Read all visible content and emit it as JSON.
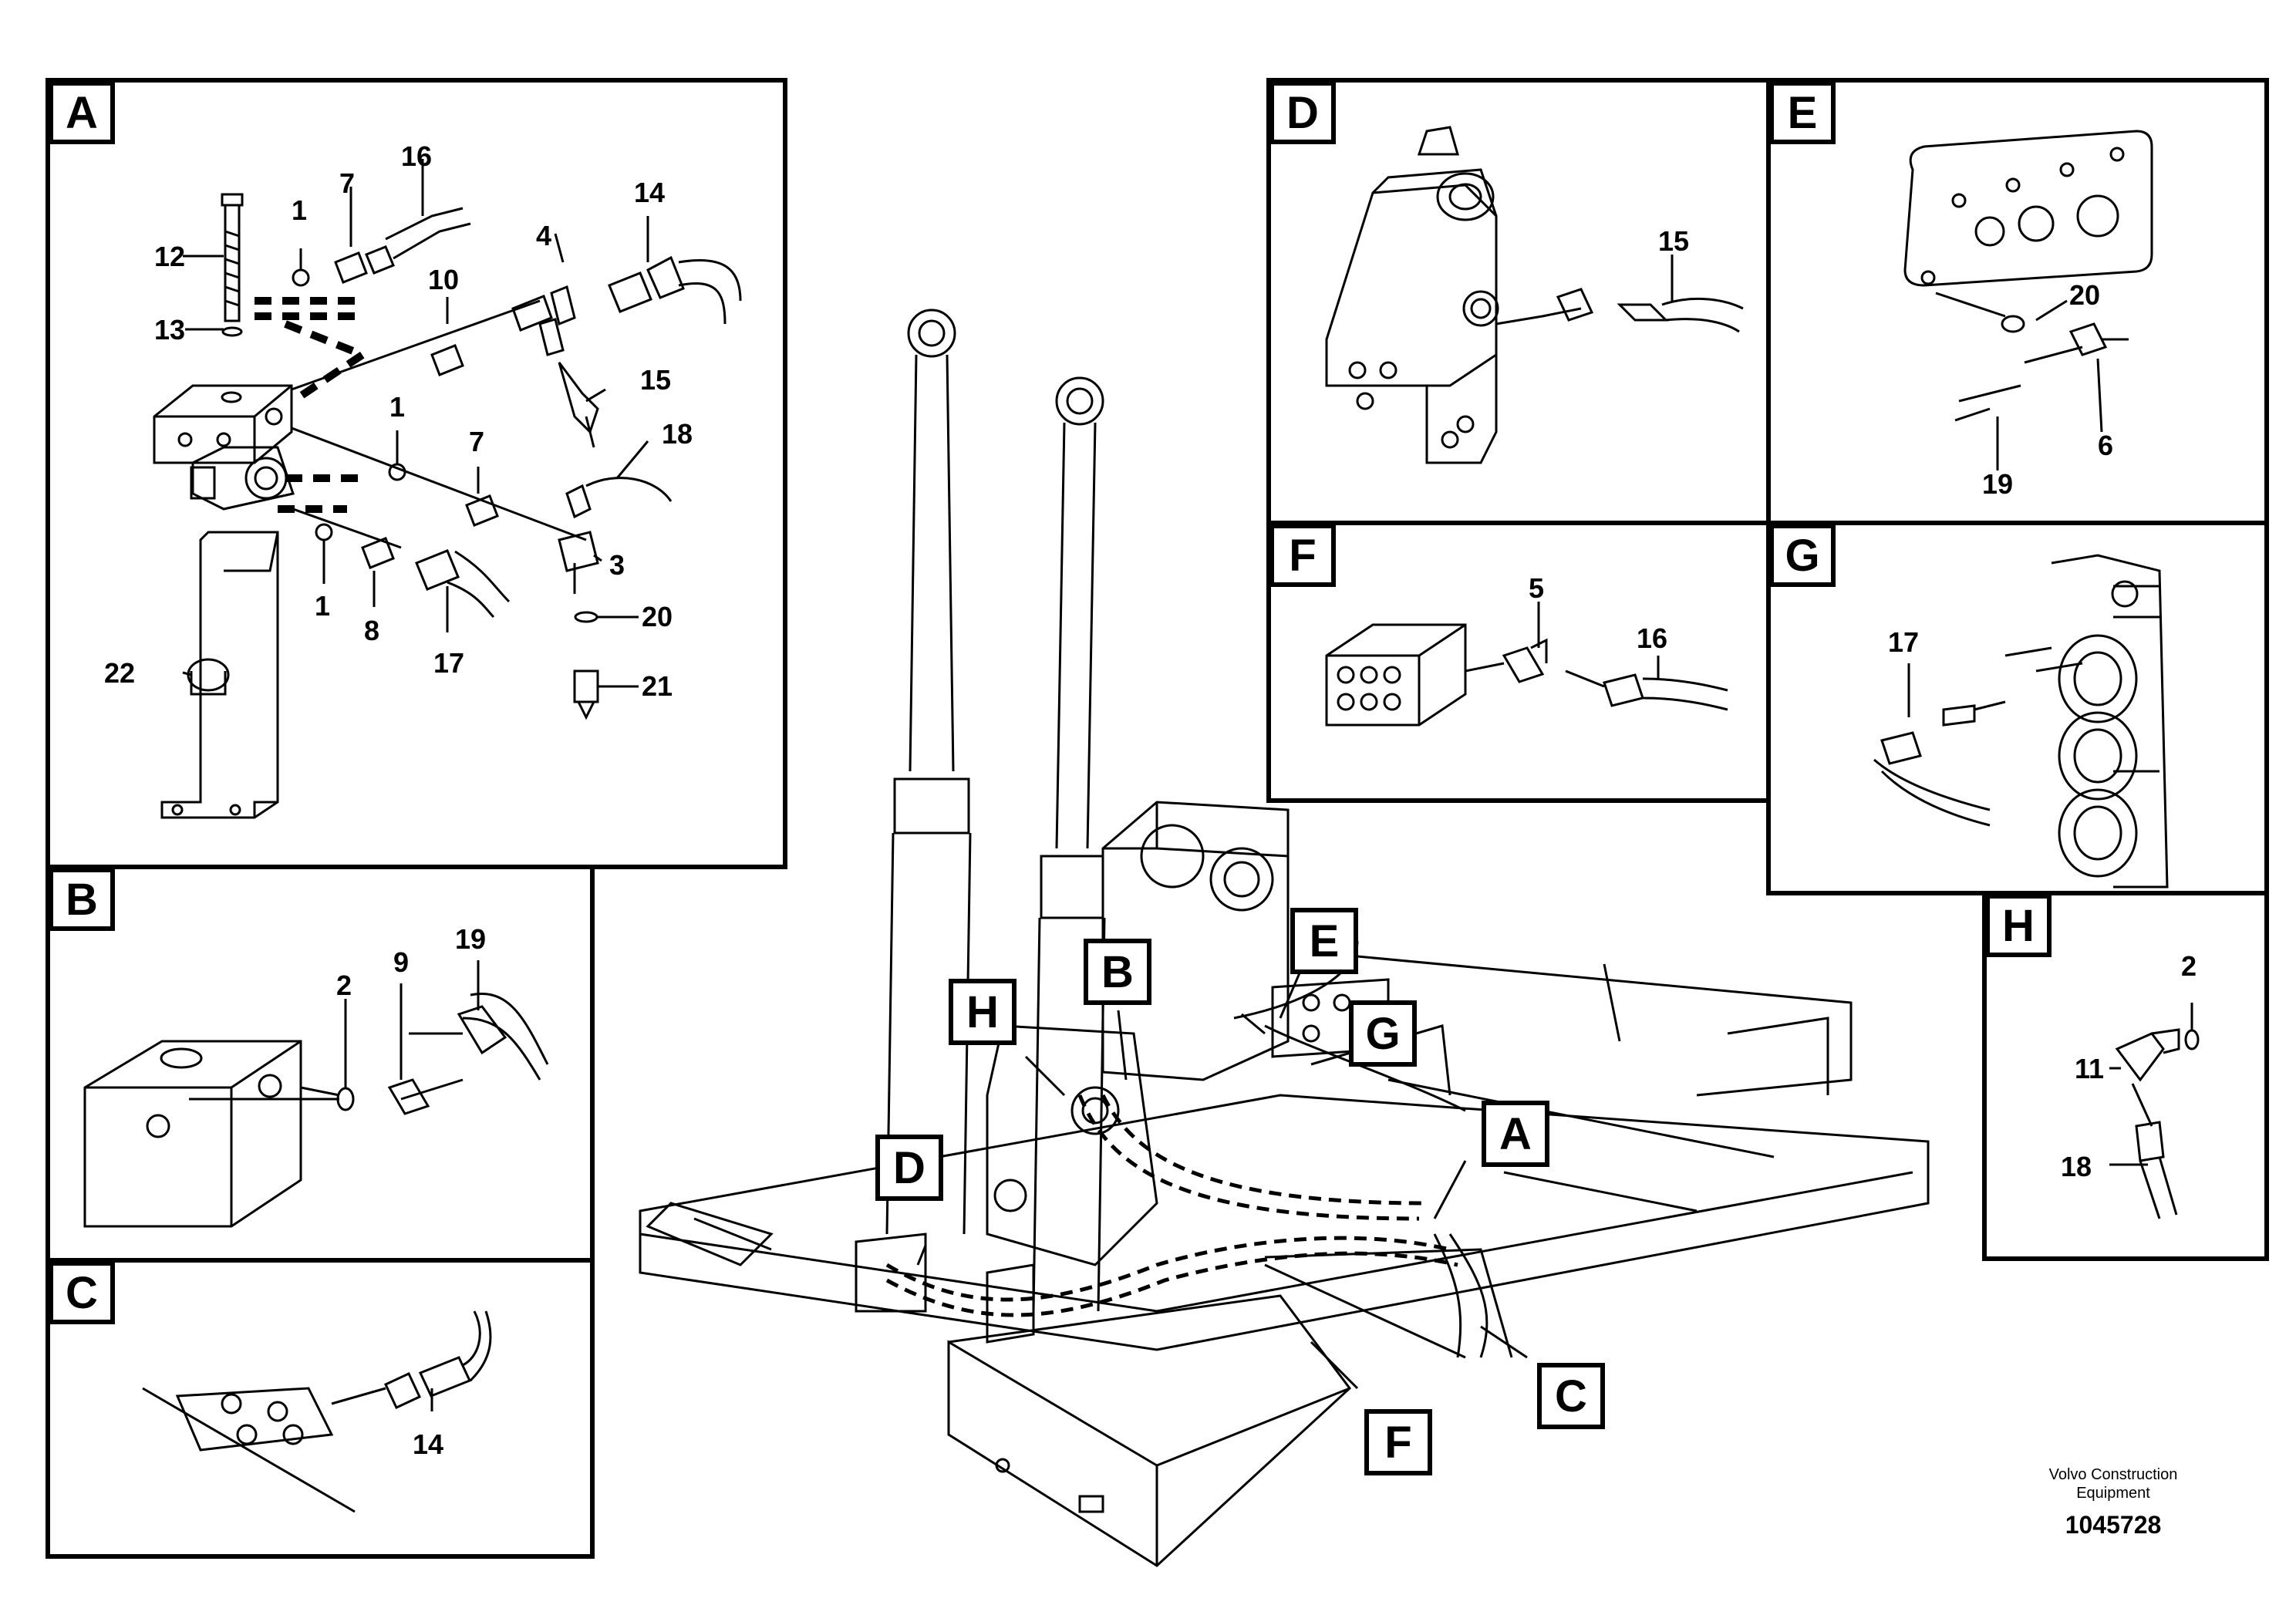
{
  "panels": {
    "A": {
      "letter": "A",
      "callouts": {
        "c12": "12",
        "c1a": "1",
        "c7a": "7",
        "c16": "16",
        "c14": "14",
        "c4": "4",
        "c10": "10",
        "c13": "13",
        "c15": "15",
        "c1b": "1",
        "c7b": "7",
        "c18": "18",
        "c3": "3",
        "c1c": "1",
        "c8": "8",
        "c17": "17",
        "c20": "20",
        "c21": "21",
        "c22": "22"
      }
    },
    "B": {
      "letter": "B",
      "callouts": {
        "c2": "2",
        "c9": "9",
        "c19": "19"
      }
    },
    "C": {
      "letter": "C",
      "callouts": {
        "c14": "14"
      }
    },
    "D": {
      "letter": "D",
      "callouts": {
        "c15": "15"
      }
    },
    "E": {
      "letter": "E",
      "callouts": {
        "c20": "20",
        "c6": "6",
        "c19": "19"
      }
    },
    "F": {
      "letter": "F",
      "callouts": {
        "c5": "5",
        "c16": "16"
      }
    },
    "G": {
      "letter": "G",
      "callouts": {
        "c17": "17"
      }
    },
    "H": {
      "letter": "H",
      "callouts": {
        "c2": "2",
        "c11": "11",
        "c18": "18"
      }
    }
  },
  "main_tags": {
    "A": "A",
    "B": "B",
    "C": "C",
    "D": "D",
    "E": "E",
    "F": "F",
    "G": "G",
    "H": "H"
  },
  "footer": {
    "brand_line1": "Volvo Construction",
    "brand_line2": "Equipment",
    "doc_number": "1045728"
  }
}
